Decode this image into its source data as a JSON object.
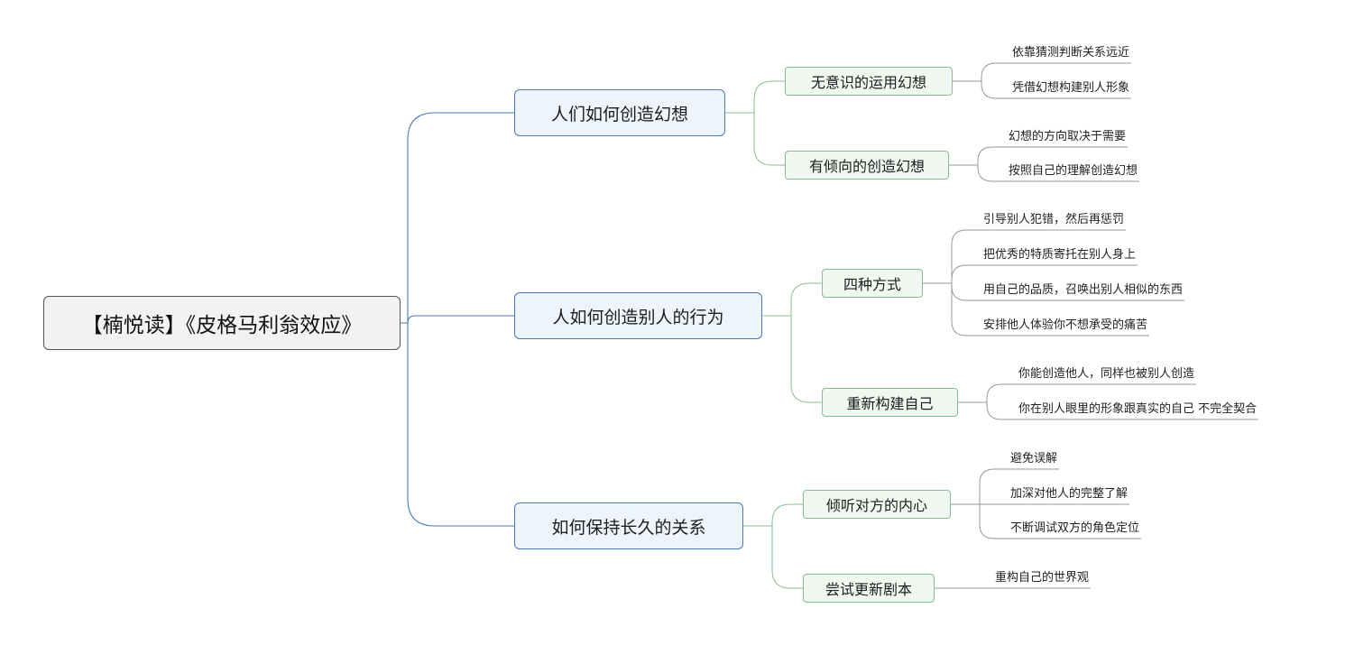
{
  "root": {
    "label": "【楠悦读】《皮格马利翁效应》"
  },
  "branches": [
    {
      "label": "人们如何创造幻想",
      "children": [
        {
          "label": "无意识的运用幻想",
          "leaves": [
            "依靠猜测判断关系远近",
            "凭借幻想构建别人形象"
          ]
        },
        {
          "label": "有倾向的创造幻想",
          "leaves": [
            "幻想的方向取决于需要",
            "按照自己的理解创造幻想"
          ]
        }
      ]
    },
    {
      "label": "人如何创造别人的行为",
      "children": [
        {
          "label": "四种方式",
          "leaves": [
            "引导别人犯错，然后再惩罚",
            "把优秀的特质寄托在别人身上",
            "用自己的品质，召唤出别人相似的东西",
            "安排他人体验你不想承受的痛苦"
          ]
        },
        {
          "label": "重新构建自己",
          "leaves": [
            "你能创造他人，同样也被别人创造",
            "你在别人眼里的形象跟真实的自己 不完全契合"
          ]
        }
      ]
    },
    {
      "label": "如何保持长久的关系",
      "children": [
        {
          "label": "倾听对方的内心",
          "leaves": [
            "避免误解",
            "加深对他人的完整了解",
            "不断调试双方的角色定位"
          ]
        },
        {
          "label": "尝试更新剧本",
          "leaves": [
            "重构自己的世界观"
          ]
        }
      ]
    }
  ],
  "colors": {
    "main_line": "#4a79b5",
    "sub_line": "#86bf8f",
    "leaf_line": "#999999"
  }
}
